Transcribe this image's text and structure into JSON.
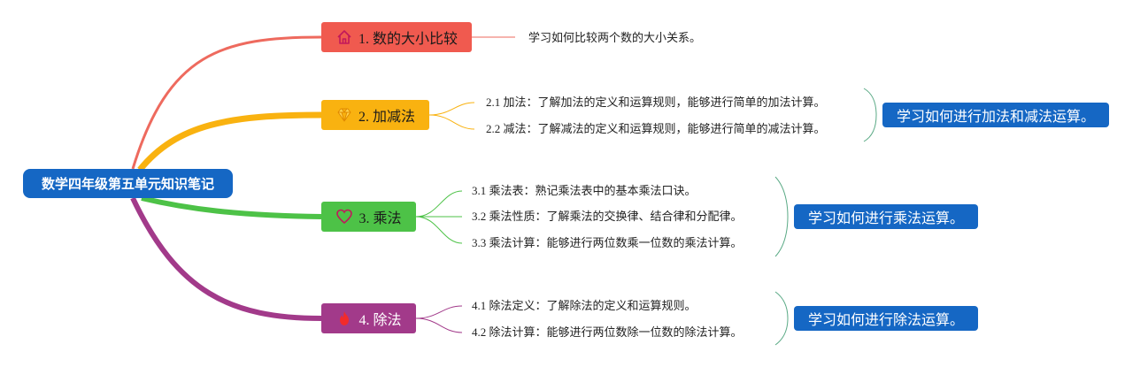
{
  "root": {
    "label": "数学四年级第五单元知识笔记",
    "color": "#1567C4"
  },
  "branches": [
    {
      "label": "1. 数的大小比较",
      "icon": "house-icon",
      "color": "#F05A4F",
      "line_color": "#EE6A5E",
      "text_color": "#1a1a1a",
      "leaves": [
        "学习如何比较两个数的大小关系。"
      ]
    },
    {
      "label": "2. 加减法",
      "icon": "diamond-icon",
      "color": "#F9B210",
      "line_color": "#F9B210",
      "text_color": "#1a1a1a",
      "leaves": [
        "2.1 加法：了解加法的定义和运算规则，能够进行简单的加法计算。",
        "2.2 减法：了解减法的定义和运算规则，能够进行简单的减法计算。"
      ],
      "summary": "学习如何进行加法和减法运算。"
    },
    {
      "label": "3. 乘法",
      "icon": "heart-icon",
      "color": "#4DC247",
      "line_color": "#4DC247",
      "text_color": "#1a1a1a",
      "leaves": [
        "3.1 乘法表：熟记乘法表中的基本乘法口诀。",
        "3.2 乘法性质：了解乘法的交换律、结合律和分配律。",
        "3.3 乘法计算：能够进行两位数乘一位数的乘法计算。"
      ],
      "summary": "学习如何进行乘法运算。"
    },
    {
      "label": "4. 除法",
      "icon": "fire-icon",
      "color": "#A23A8A",
      "line_color": "#A23A8A",
      "text_color": "#ffffff",
      "leaves": [
        "4.1 除法定义：了解除法的定义和运算规则。",
        "4.2 除法计算：能够进行两位数除一位数的除法计算。"
      ],
      "summary": "学习如何进行除法运算。"
    }
  ],
  "summary_color": "#1567C4",
  "bracket_color": "#5BAA86"
}
